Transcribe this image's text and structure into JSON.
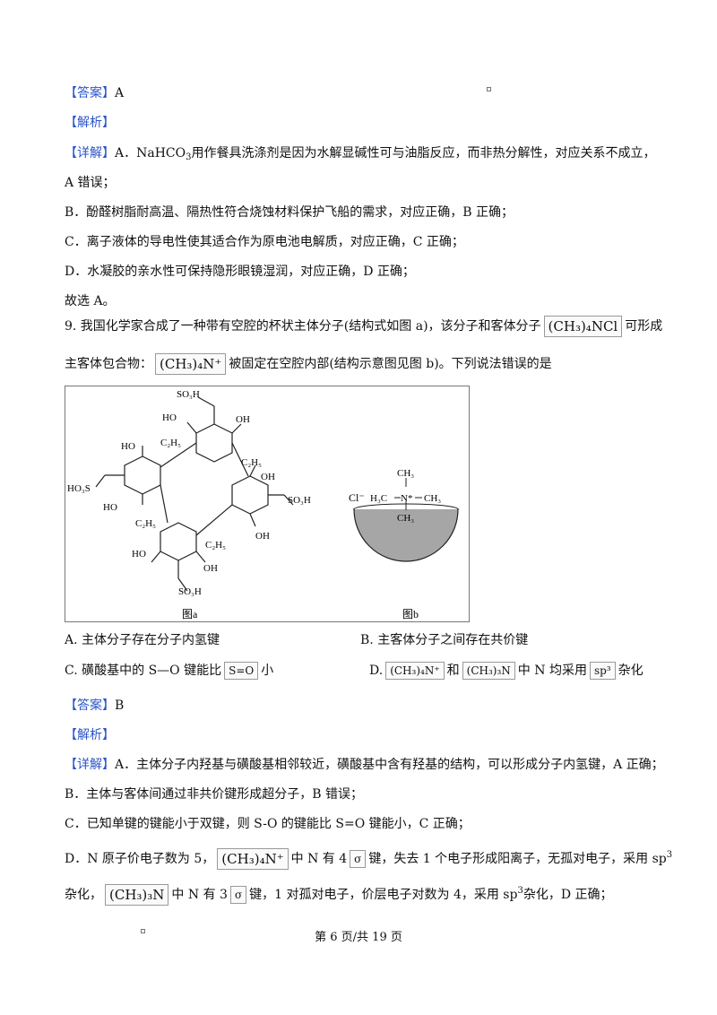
{
  "q8": {
    "answer_tag": "【答案】",
    "answer": "A",
    "analysis_tag": "【解析】",
    "detail_tag": "【详解】",
    "optA_1": "A．NaHCO",
    "optA_sub": "3",
    "optA_2": "用作餐具洗涤剂是因为水解显碱性可与油脂反应，而非热分解性，对应关系不成立，",
    "optA_3": "A 错误；",
    "optB": "B．酚醛树脂耐高温、隔热性符合烧蚀材料保护飞船的需求，对应正确，B 正确；",
    "optC": "C．离子液体的导电性使其适合作为原电池电解质，对应正确，C 正确；",
    "optD": "D．水凝胶的亲水性可保持隐形眼镜湿润，对应正确，D 正确；",
    "conclusion": "故选 A。"
  },
  "q9": {
    "stem_1a": "9. 我国化学家合成了一种带有空腔的杯状主体分子(结构式如图 a)，该分子和客体分子",
    "formula_nclcl": "(CH₃)₄NCl",
    "stem_1b": "可形成",
    "stem_2a": "主客体包合物：",
    "formula_cation": "(CH₃)₄N⁺",
    "stem_2b": "被固定在空腔内部(结构示意图见图 b)。下列说法错误的是",
    "figure": {
      "label_a": "图a",
      "label_b": "图b",
      "so3h": "SO₃H",
      "ho3s": "HO₃S",
      "oh": "OH",
      "ho": "HO",
      "c2h5": "C₂H₅",
      "ch3": "CH₃",
      "h3c": "H₃C",
      "n_star": "N*",
      "cl": "Cl⁻"
    },
    "opt_A": "A. 主体分子存在分子内氢键",
    "opt_B": "B. 主客体分子之间存在共价键",
    "opt_C_1": "C. 磺酸基中的 S—O 键能比",
    "opt_C_box": "S=O",
    "opt_C_2": "小",
    "opt_D_1": "D.",
    "opt_D_box1": "(CH₃)₄N⁺",
    "opt_D_and": "和",
    "opt_D_box2": "(CH₃)₃N",
    "opt_D_2": "中 N 均采用",
    "opt_D_box3": "sp³",
    "opt_D_3": "杂化",
    "answer_tag": "【答案】",
    "answer": "B",
    "analysis_tag": "【解析】",
    "detail_tag": "【详解】",
    "exp_A": "A．主体分子内羟基与磺酸基相邻较近，磺酸基中含有羟基的结构，可以形成分子内氢键，A 正确；",
    "exp_B": "B．主体与客体间通过非共价键形成超分子，B 错误；",
    "exp_C": "C．已知单键的键能小于双键，则 S-O 的键能比 S=O 键能小，C 正确；",
    "exp_D1_a": "D．N 原子价电子数为 5，",
    "exp_D1_box1": "(CH₃)₄N⁺",
    "exp_D1_b": "中 N 有 4",
    "exp_D1_box2": "σ",
    "exp_D1_c": "键，失去 1 个电子形成阳离子，无孤对电子，采用 sp",
    "exp_D1_sup": "3",
    "exp_D2_a": "杂化，",
    "exp_D2_box1": "(CH₃)₃N",
    "exp_D2_b": "中 N 有 3",
    "exp_D2_box2": "σ",
    "exp_D2_c": "键，1 对孤对电子，价层电子对数为 4，采用 sp",
    "exp_D2_sup": "3",
    "exp_D2_d": "杂化，D 正确；"
  },
  "footer": "第 6 页/共 19 页"
}
